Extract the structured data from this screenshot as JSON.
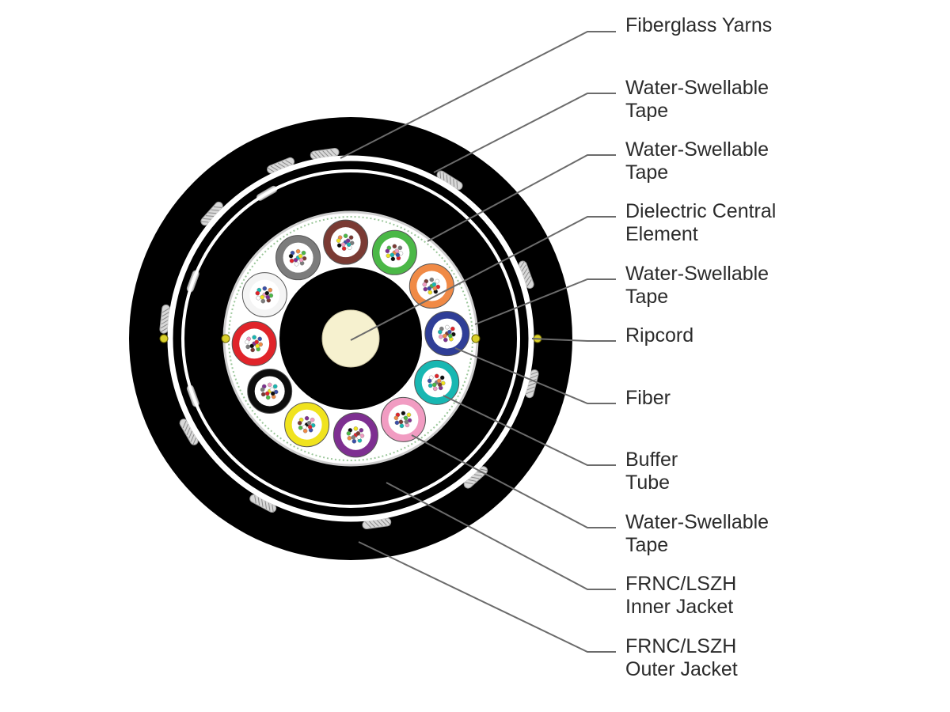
{
  "colors": {
    "jacket": "#000000",
    "tape": "#ffffff",
    "leader": "#6b6b6b",
    "label_text": "#2b2b2b",
    "central_element": "#f6f1cf",
    "ripcord": "#d9cf2a"
  },
  "tube_colors": [
    {
      "name": "brown",
      "hex": "#7a3a33"
    },
    {
      "name": "green",
      "hex": "#4bb847"
    },
    {
      "name": "orange",
      "hex": "#f08a46"
    },
    {
      "name": "blue",
      "hex": "#2f3e97"
    },
    {
      "name": "aqua",
      "hex": "#18b7b2"
    },
    {
      "name": "rose",
      "hex": "#f19cc2"
    },
    {
      "name": "violet",
      "hex": "#7e2f91"
    },
    {
      "name": "yellow",
      "hex": "#f0e31e"
    },
    {
      "name": "black",
      "hex": "#0d0d0d"
    },
    {
      "name": "red",
      "hex": "#e0242a"
    },
    {
      "name": "white",
      "hex": "#f4f4f4"
    },
    {
      "name": "slate",
      "hex": "#7c7c7c"
    }
  ],
  "fiber_colors": [
    "#3b4fa8",
    "#f08a46",
    "#4bb847",
    "#7a3a33",
    "#7c7c7c",
    "#ffffff",
    "#e0242a",
    "#0d0d0d",
    "#f0e31e",
    "#7e2f91",
    "#f19cc2",
    "#18b7b2"
  ],
  "labels": [
    {
      "id": "fiberglass-yarns",
      "lines": [
        "Fiberglass Yarns"
      ]
    },
    {
      "id": "water-swellable-tape-1",
      "lines": [
        "Water-Swellable",
        "Tape"
      ]
    },
    {
      "id": "water-swellable-tape-2",
      "lines": [
        "Water-Swellable",
        "Tape"
      ]
    },
    {
      "id": "dielectric-central-element",
      "lines": [
        "Dielectric Central",
        "Element"
      ]
    },
    {
      "id": "water-swellable-tape-3",
      "lines": [
        "Water-Swellable",
        "Tape"
      ]
    },
    {
      "id": "ripcord",
      "lines": [
        "Ripcord"
      ]
    },
    {
      "id": "fiber",
      "lines": [
        "Fiber"
      ]
    },
    {
      "id": "buffer-tube",
      "lines": [
        "Buffer",
        "Tube"
      ]
    },
    {
      "id": "water-swellable-tape-4",
      "lines": [
        "Water-Swellable",
        "Tape"
      ]
    },
    {
      "id": "frnc-lszh-inner-jacket",
      "lines": [
        "FRNC/LSZH",
        "Inner Jacket"
      ]
    },
    {
      "id": "frnc-lszh-outer-jacket",
      "lines": [
        "FRNC/LSZH",
        "Outer Jacket"
      ]
    }
  ]
}
